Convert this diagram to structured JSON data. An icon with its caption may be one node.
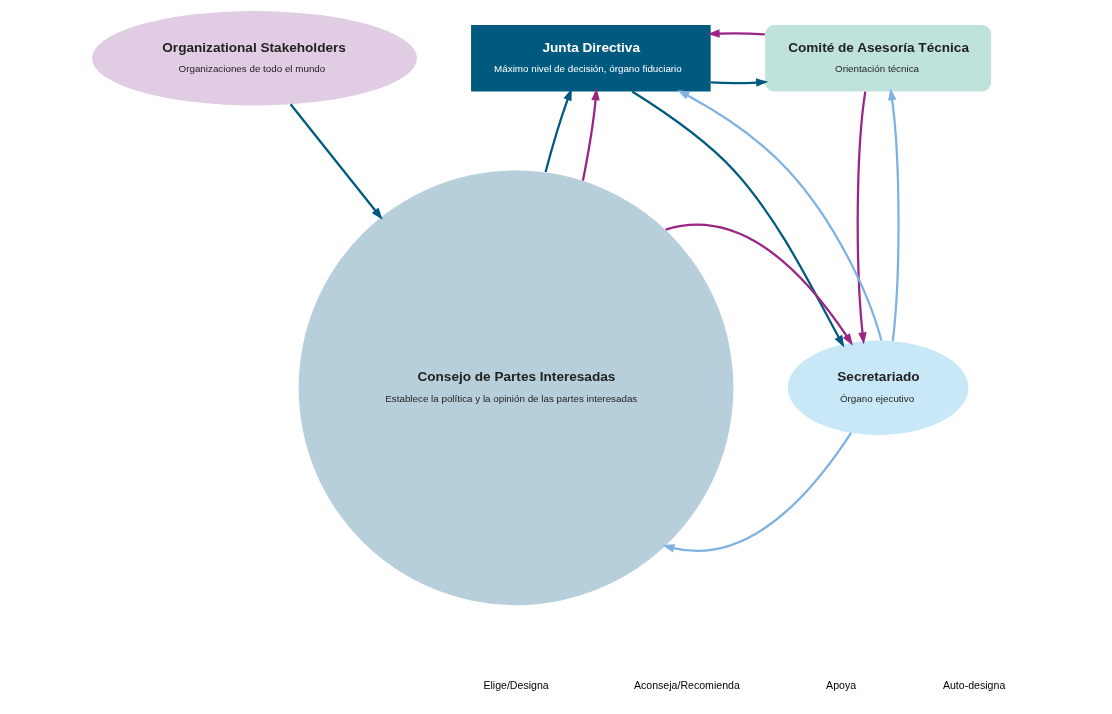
{
  "diagram": {
    "nodes": [
      {
        "text": [
          "Organizational Stakeholders",
          "Organizaciones de todo el mundo"
        ]
      },
      {
        "text": [
          "Junta Directiva",
          "Máximo nivel de decisión, órgano fiduciario"
        ]
      },
      {
        "text": [
          "Comité de Asesoría Técnica",
          "Orientación técnica"
        ]
      },
      {
        "text": [
          "Consejo de Partes Interesadas",
          "Establece la política y la opinión de las partes interesadas"
        ]
      },
      {
        "text": [
          "Secretariado",
          "Órgano ejecutivo"
        ]
      }
    ],
    "edges": [
      {
        "from": 0,
        "to": 3,
        "arrow": "to",
        "color": "#005a7f"
      },
      {
        "from": 3,
        "to": 1,
        "arrow": "to",
        "color": "#005a7f"
      },
      {
        "from": 3,
        "to": 1,
        "arrow": "to",
        "color": "#9b2585"
      },
      {
        "from": 1,
        "to": 2,
        "arrow": "to",
        "color": "#005a7f"
      },
      {
        "from": 2,
        "to": 1,
        "arrow": "to",
        "color": "#9b2585"
      },
      {
        "from": 1,
        "to": 4,
        "arrow": "to",
        "color": "#005a7f"
      },
      {
        "from": 4,
        "to": 1,
        "arrow": "to",
        "color": "#7fb2e0"
      },
      {
        "from": 4,
        "to": 2,
        "arrow": "to",
        "color": "#7fb2e0"
      },
      {
        "from": 2,
        "to": 4,
        "arrow": "to",
        "color": "#9b2585"
      },
      {
        "from": 4,
        "to": 3,
        "arrow": "to",
        "color": "#7fb2e0"
      },
      {
        "from": 3,
        "to": 4,
        "arrow": "to",
        "color": "#9b2585"
      }
    ],
    "legend": [
      {
        "text": "Elige/Designa"
      },
      {
        "text": "Aconseja/Recomienda"
      },
      {
        "text": "Apoya"
      },
      {
        "text": "Auto-designa"
      }
    ]
  }
}
